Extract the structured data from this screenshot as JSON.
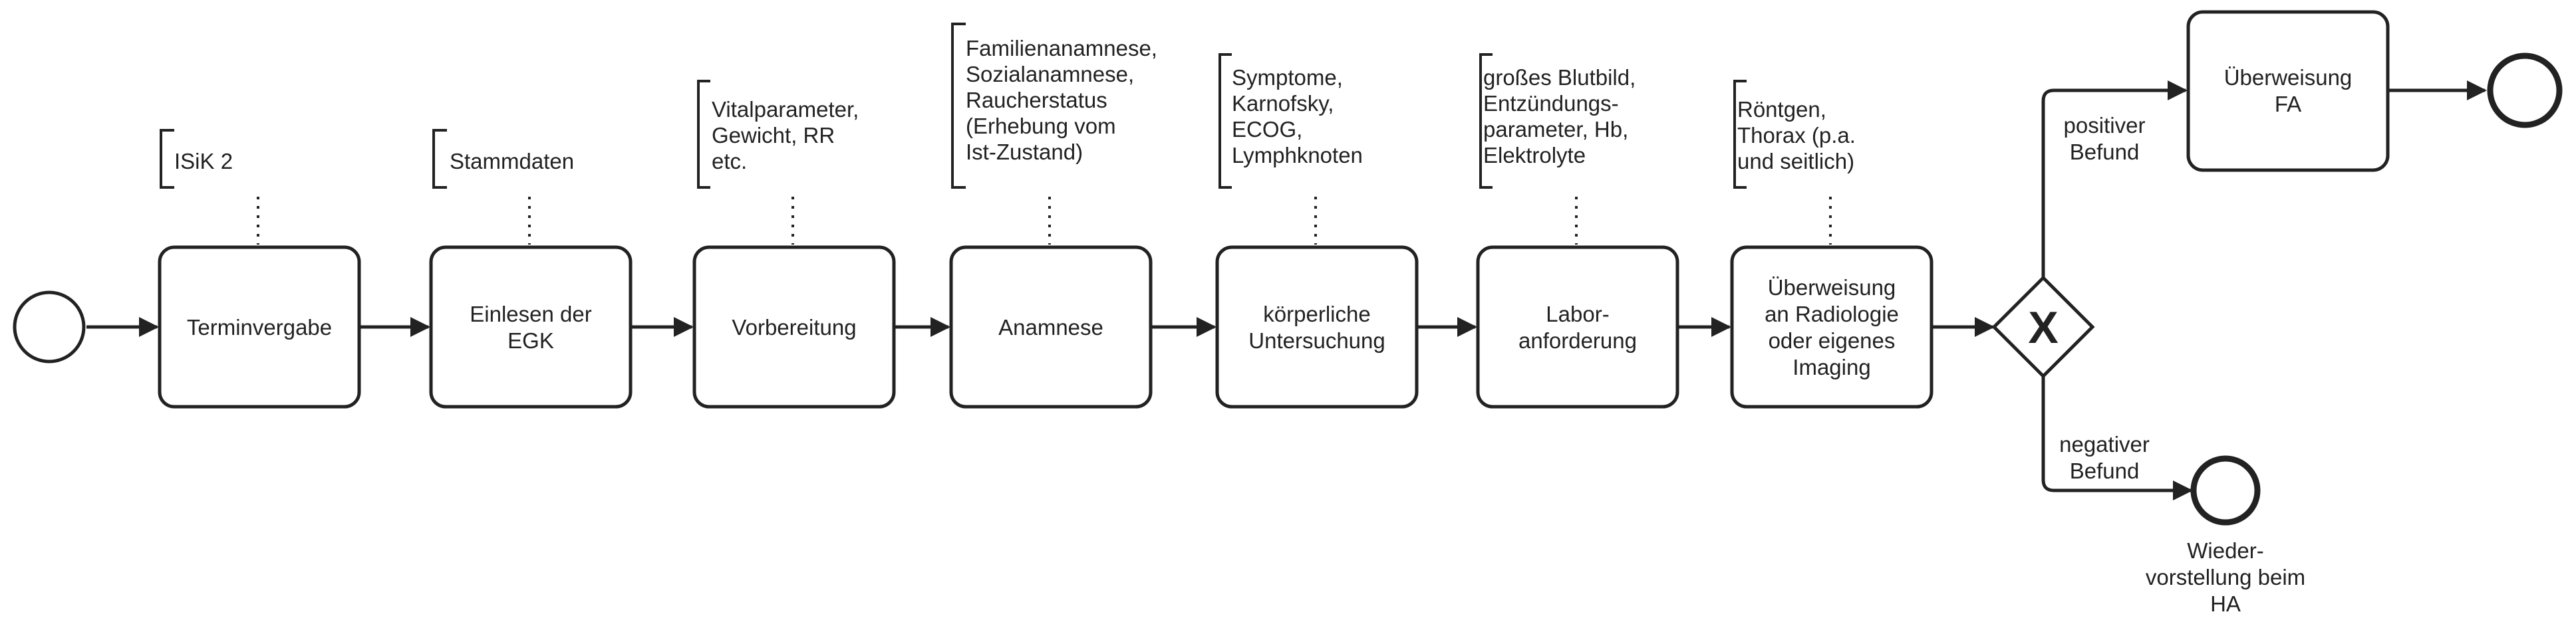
{
  "events": {
    "start": "",
    "end_positive": "",
    "end_negative": "Wieder-\nvorstellung beim\nHA"
  },
  "tasks": [
    {
      "id": "t1",
      "label": "Terminvergabe"
    },
    {
      "id": "t2",
      "label": "Einlesen der\nEGK"
    },
    {
      "id": "t3",
      "label": "Vorbereitung"
    },
    {
      "id": "t4",
      "label": "Anamnese"
    },
    {
      "id": "t5",
      "label": "körperliche\nUntersuchung"
    },
    {
      "id": "t6",
      "label": "Labor-\nanforderung"
    },
    {
      "id": "t7",
      "label": "Überweisung\nan Radiologie\noder eigenes\nImaging"
    },
    {
      "id": "t8",
      "label": "Überweisung\nFA"
    }
  ],
  "annotations": [
    {
      "task": "t1",
      "text": "ISiK 2"
    },
    {
      "task": "t2",
      "text": "Stammdaten"
    },
    {
      "task": "t3",
      "text": "Vitalparameter,\nGewicht, RR\netc."
    },
    {
      "task": "t4",
      "text": "Familienanamnese,\nSozialanamnese,\nRaucherstatus\n(Erhebung vom\nIst-Zustand)"
    },
    {
      "task": "t5",
      "text": "Symptome,\nKarnofsky,\nECOG,\nLymphknoten"
    },
    {
      "task": "t6",
      "text": "großes Blutbild,\nEntzündungs-\nparameter, Hb,\nElektrolyte"
    },
    {
      "task": "t7",
      "text": "Röntgen,\nThorax (p.a.\nund seitlich)"
    }
  ],
  "gateway": {
    "symbol": "X"
  },
  "flows": {
    "positive": "positiver\nBefund",
    "negative": "negativer\nBefund"
  }
}
